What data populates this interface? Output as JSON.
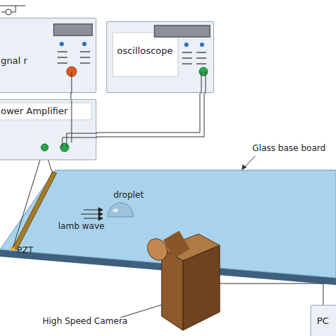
{
  "diagram": {
    "nodes": [
      {
        "text": [
          "gnal r"
        ]
      },
      {
        "text": [
          "oscilloscope"
        ]
      },
      {
        "text": [
          "ower Amplifier"
        ]
      },
      {
        "text": [
          "PC"
        ]
      }
    ],
    "edges": [
      {
        "from": 0,
        "to": 2,
        "arrow": "none"
      },
      {
        "from": 1,
        "to": 2,
        "arrow": "none"
      }
    ],
    "labels": [
      "Glass base board",
      "droplet",
      "lamb wave",
      "PZT",
      "High Speed Camera"
    ]
  }
}
